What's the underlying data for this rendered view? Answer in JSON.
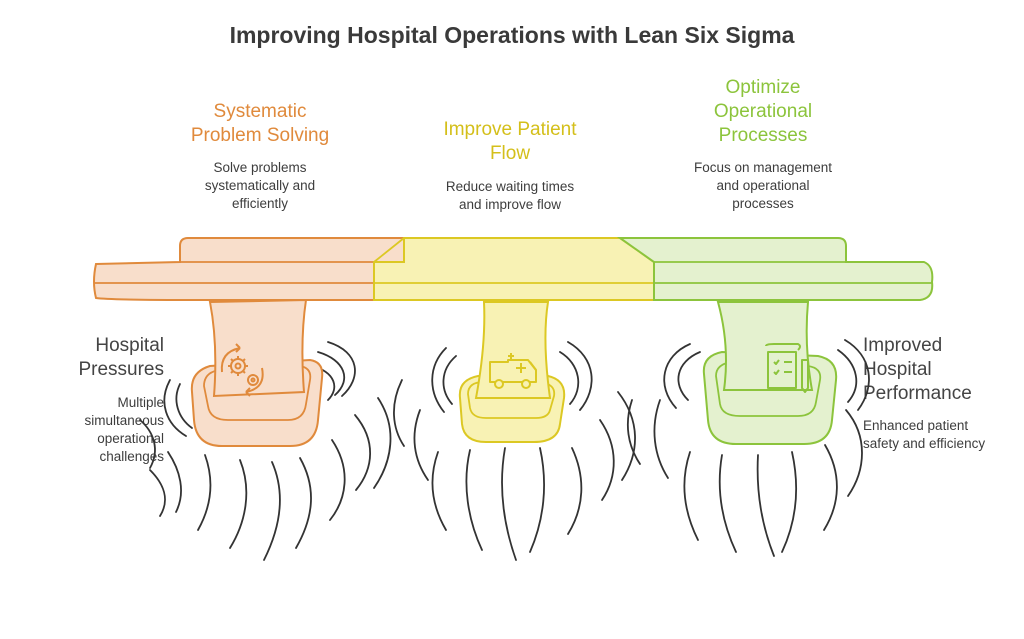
{
  "title": "Improving Hospital Operations with Lean Six Sigma",
  "left": {
    "heading": "Hospital\nPressures",
    "description": "Multiple\nsimultaneous\noperational\nchallenges"
  },
  "right": {
    "heading": "Improved\nHospital\nPerformance",
    "description": "Enhanced patient\nsafety and efficiency"
  },
  "pillars": [
    {
      "heading": "Systematic\nProblem Solving",
      "description": "Solve problems\nsystematically and\nefficiently",
      "icon": "gears-cycle-icon",
      "color": "#e08a3c"
    },
    {
      "heading": "Improve Patient\nFlow",
      "description": "Reduce waiting times\nand improve flow",
      "icon": "ambulance-icon",
      "color": "#dcc823"
    },
    {
      "heading": "Optimize\nOperational\nProcesses",
      "description": "Focus on management\nand operational\nprocesses",
      "icon": "checklist-icon",
      "color": "#8cc43c"
    }
  ],
  "colors": {
    "orange_fill": "#f8decb",
    "orange_stroke": "#e08a3c",
    "yellow_fill": "#f8f2b4",
    "yellow_stroke": "#dcc823",
    "green_fill": "#e4f1cf",
    "green_stroke": "#8cc43c",
    "water_stroke": "#333333"
  }
}
